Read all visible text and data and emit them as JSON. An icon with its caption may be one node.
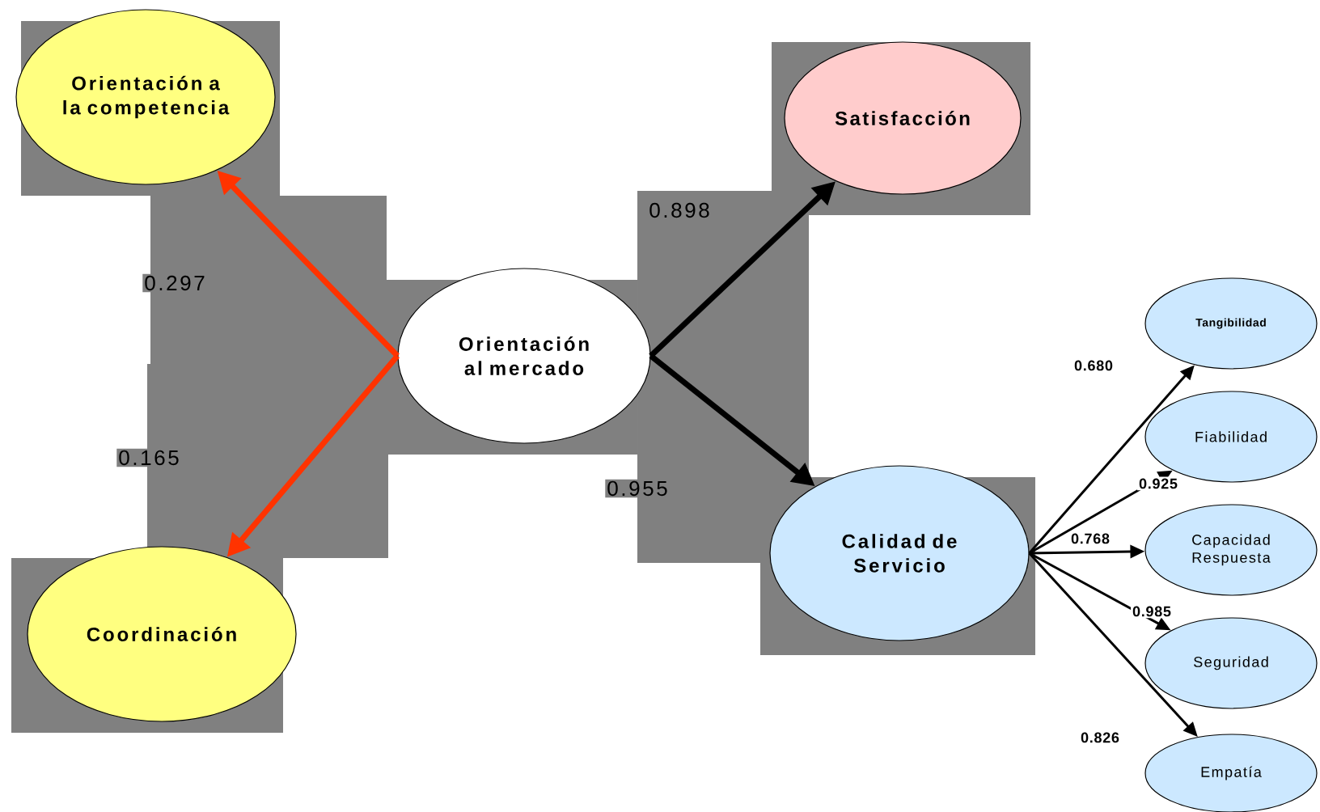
{
  "diagram": {
    "nodes": [
      {
        "text": [
          "Orientación a la competencia"
        ]
      },
      {
        "text": [
          "Coordinación"
        ]
      },
      {
        "text": [
          "Orientación al mercado"
        ]
      },
      {
        "text": [
          "Satisfacción"
        ]
      },
      {
        "text": [
          "Calidad de Servicio"
        ]
      },
      {
        "text": [
          "Tangibilidad"
        ]
      },
      {
        "text": [
          "Fiabilidad"
        ]
      },
      {
        "text": [
          "Capacidad Respuesta"
        ]
      },
      {
        "text": [
          "Seguridad"
        ]
      },
      {
        "text": [
          "Empatía"
        ]
      }
    ],
    "edges": [
      {
        "from": 2,
        "to": 0,
        "arrow": "to",
        "label": "0.297",
        "style": "thick",
        "color": "#ff3300"
      },
      {
        "from": 2,
        "to": 1,
        "arrow": "to",
        "label": "0.165",
        "style": "thick",
        "color": "#ff3300"
      },
      {
        "from": 2,
        "to": 3,
        "arrow": "to",
        "label": "0.898",
        "style": "thick"
      },
      {
        "from": 2,
        "to": 4,
        "arrow": "to",
        "label": "0.955",
        "style": "thick"
      },
      {
        "from": 4,
        "to": 5,
        "arrow": "to",
        "label": "0.680"
      },
      {
        "from": 4,
        "to": 6,
        "arrow": "to",
        "label": "0.925"
      },
      {
        "from": 4,
        "to": 7,
        "arrow": "to",
        "label": "0.768"
      },
      {
        "from": 4,
        "to": 8,
        "arrow": "to",
        "label": "0.985"
      },
      {
        "from": 4,
        "to": 9,
        "arrow": "to",
        "label": "0.826"
      }
    ]
  }
}
